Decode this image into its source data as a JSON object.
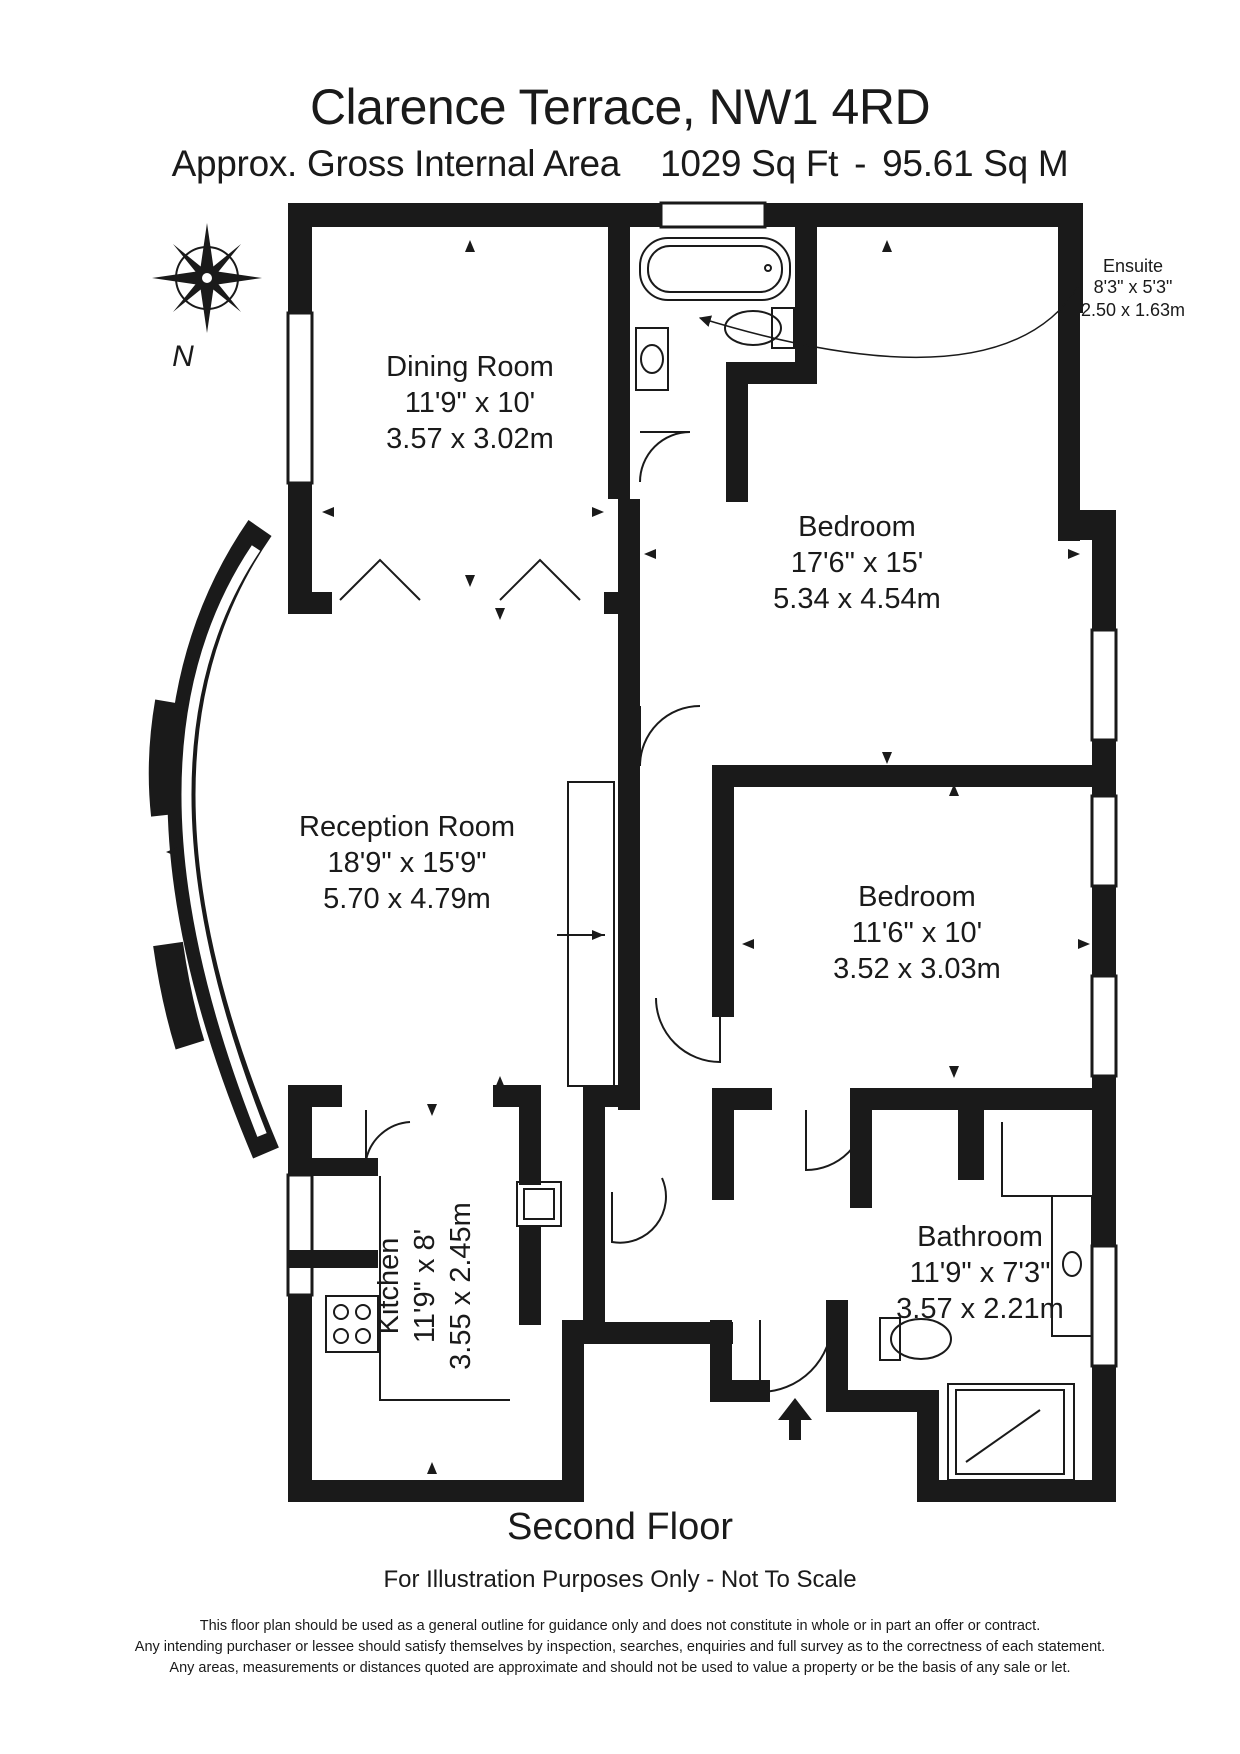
{
  "header": {
    "title": "Clarence Terrace, NW1 4RD",
    "area_label": "Approx. Gross Internal Area",
    "area_sqft": "1029 Sq Ft",
    "area_sqm": "95.61 Sq M",
    "separator": "-"
  },
  "compass": {
    "label": "N",
    "icon": "compass-rose-icon"
  },
  "rooms": [
    {
      "name": "Dining Room",
      "imperial": "11'9\" x 10'",
      "metric": "3.57 x 3.02m"
    },
    {
      "name": "Bedroom",
      "imperial": "17'6\" x 15'",
      "metric": "5.34 x 4.54m"
    },
    {
      "name": "Reception Room",
      "imperial": "18'9\" x 15'9\"",
      "metric": "5.70 x 4.79m"
    },
    {
      "name": "Bedroom",
      "imperial": "11'6\" x 10'",
      "metric": "3.52 x 3.03m"
    },
    {
      "name": "Kitchen",
      "imperial": "11'9\" x 8'",
      "metric": "3.55 x 2.45m"
    },
    {
      "name": "Bathroom",
      "imperial": "11'9\" x 7'3\"",
      "metric": "3.57 x 2.21m"
    }
  ],
  "ensuite": {
    "name": "Ensuite",
    "imperial": "8'3\" x 5'3\"",
    "metric": "2.50 x 1.63m"
  },
  "footer": {
    "floor_name": "Second Floor",
    "note": "For Illustration Purposes Only - Not To Scale",
    "disclaimer": [
      "This floor plan should be used as a general outline for guidance only and does not constitute in whole or in part an offer or contract.",
      "Any intending purchaser or lessee should satisfy themselves by inspection, searches, enquiries and full survey as to the correctness of each statement.",
      "Any areas, measurements or distances quoted are approximate and should not be used to value a property or be the basis of any sale or let."
    ]
  },
  "colors": {
    "wall": "#1a1a1a",
    "background": "#ffffff"
  }
}
